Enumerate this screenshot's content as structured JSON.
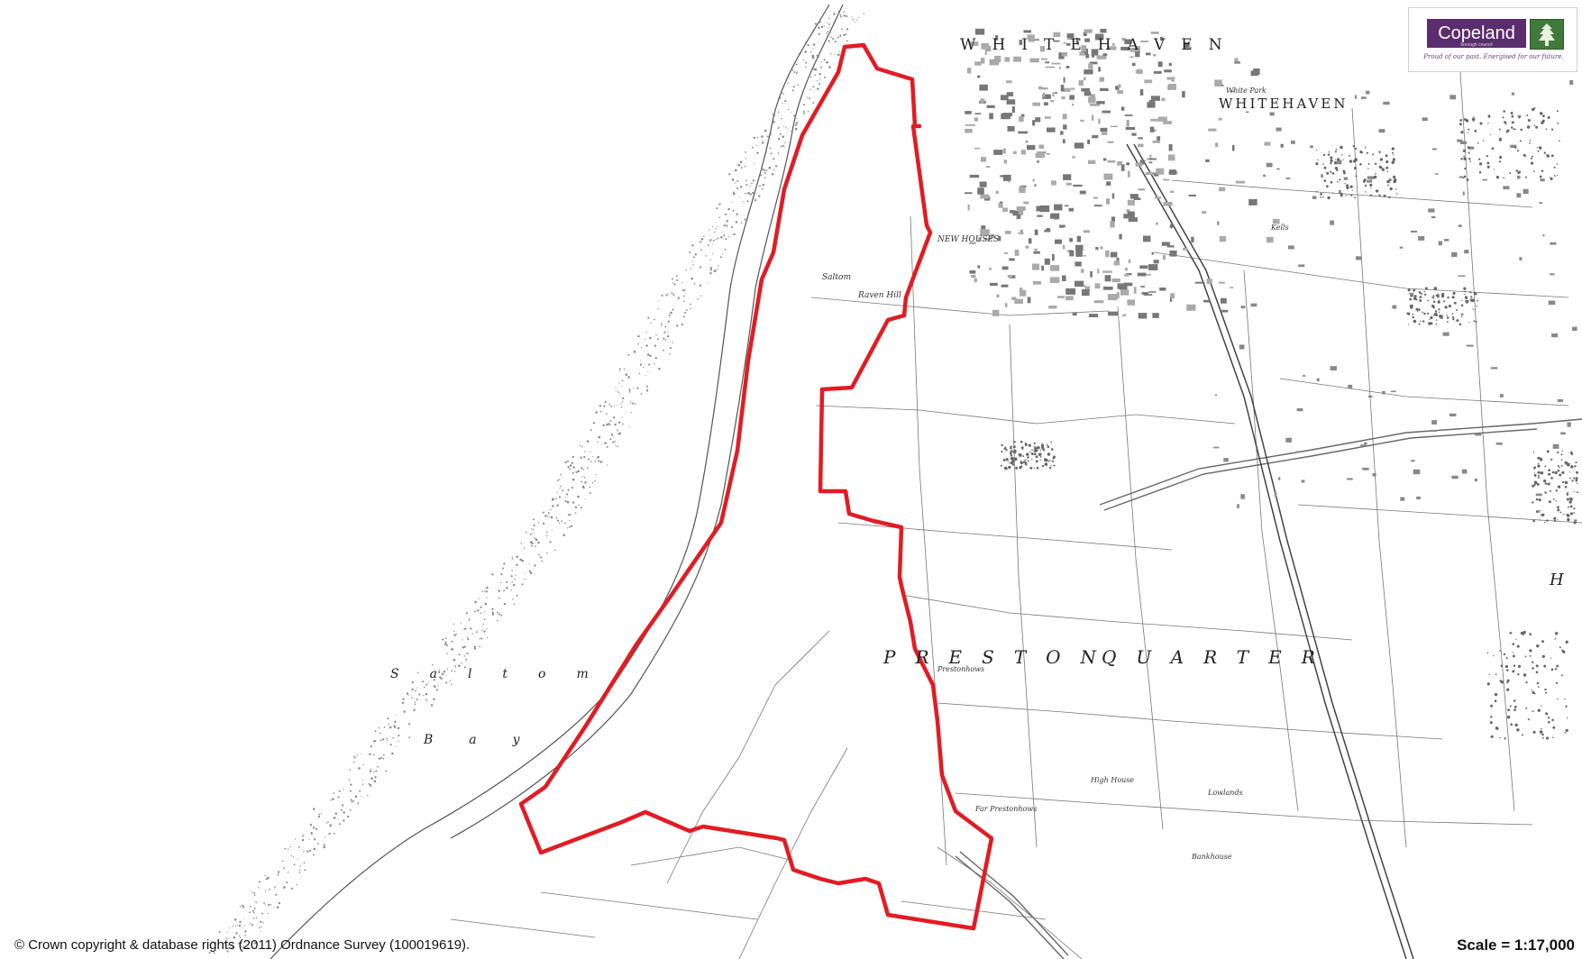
{
  "map": {
    "place_labels": {
      "whitehaven_top": "WHITEHAVEN",
      "whitehaven_right": "WHITEHAVEN",
      "preston": "PRESTON",
      "quarter": "QUARTER",
      "saltom": "Saltom",
      "bay": "Bay",
      "h_edge": "H"
    },
    "feature_labels": {
      "new_houses": "NEW HOUSES",
      "raven_hill": "Raven Hill",
      "saltom": "Saltom",
      "preston_lane": "Prestonhows",
      "far_preston": "Far Prestonhows",
      "high_house": "High House",
      "lowlands": "Lowlands",
      "bankhouse": "Bankhouse",
      "kells": "Kells",
      "white_park": "White Park"
    },
    "boundary_color": "#e31b23",
    "boundary_label": ""
  },
  "logo": {
    "name": "Copeland",
    "sub": "borough council",
    "tagline": "Proud of our past. Energised for our future."
  },
  "footer": {
    "copyright": "© Crown copyright & database rights (2011) Ordnance Survey (100019619).",
    "scale": "Scale = 1:17,000"
  }
}
